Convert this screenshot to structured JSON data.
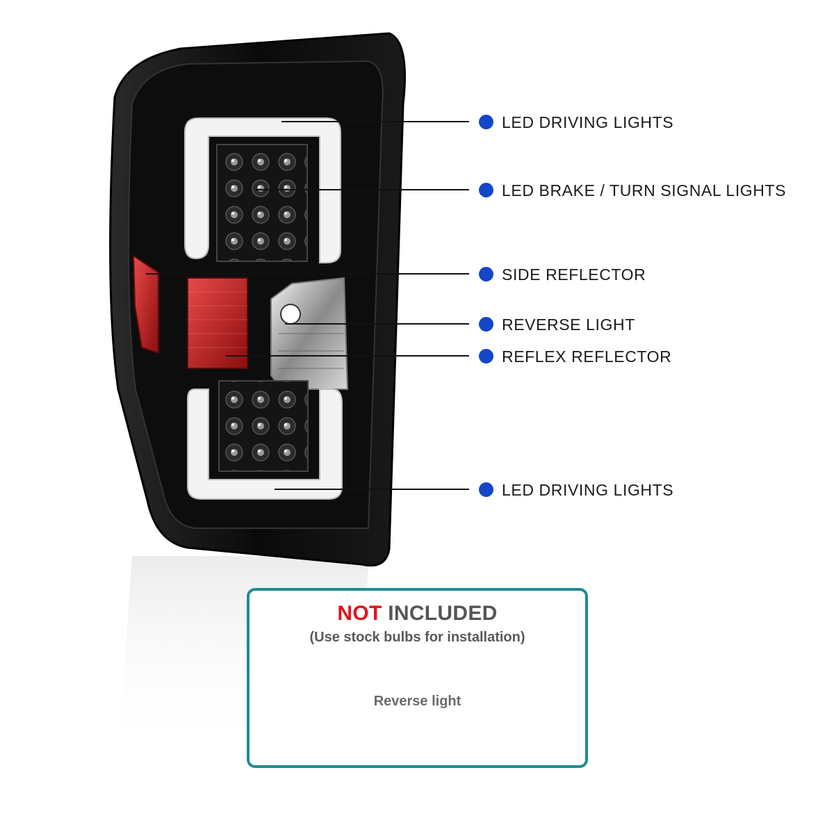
{
  "callouts": [
    {
      "label": "LED DRIVING LIGHTS"
    },
    {
      "label": "LED BRAKE / TURN SIGNAL LIGHTS"
    },
    {
      "label": "SIDE REFLECTOR"
    },
    {
      "label": "REVERSE LIGHT"
    },
    {
      "label": "REFLEX REFLECTOR"
    },
    {
      "label": "LED DRIVING LIGHTS"
    }
  ],
  "info_box": {
    "title_highlight": "NOT",
    "title_rest": "INCLUDED",
    "subtitle": "(Use stock bulbs for installation)",
    "item": "Reverse light"
  },
  "colors": {
    "callout_dot": "#1346c8",
    "box_border": "#1e8c93",
    "highlight": "#e3141b"
  }
}
